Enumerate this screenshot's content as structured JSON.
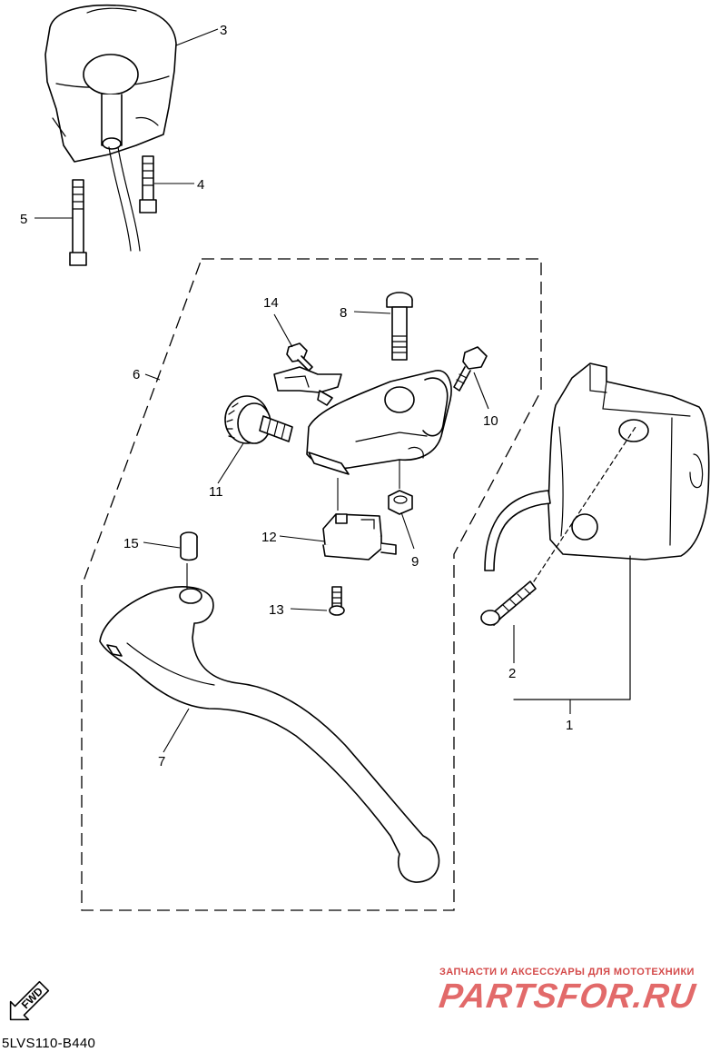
{
  "callouts": [
    {
      "id": "1",
      "text": "1"
    },
    {
      "id": "2",
      "text": "2"
    },
    {
      "id": "3",
      "text": "3"
    },
    {
      "id": "4",
      "text": "4"
    },
    {
      "id": "5",
      "text": "5"
    },
    {
      "id": "6",
      "text": "6"
    },
    {
      "id": "7",
      "text": "7"
    },
    {
      "id": "8",
      "text": "8"
    },
    {
      "id": "9",
      "text": "9"
    },
    {
      "id": "10",
      "text": "10"
    },
    {
      "id": "11",
      "text": "11"
    },
    {
      "id": "12",
      "text": "12"
    },
    {
      "id": "13",
      "text": "13"
    },
    {
      "id": "14",
      "text": "14"
    },
    {
      "id": "15",
      "text": "15"
    }
  ],
  "fwd_label": "FWD",
  "diagram_code": "5LVS110-B440",
  "watermark": {
    "subtitle": "ЗАПЧАСТИ И АКСЕССУАРЫ ДЛЯ МОТОТЕХНИКИ",
    "logo": "PARTSFOR.RU",
    "color": "#e26a6a"
  }
}
